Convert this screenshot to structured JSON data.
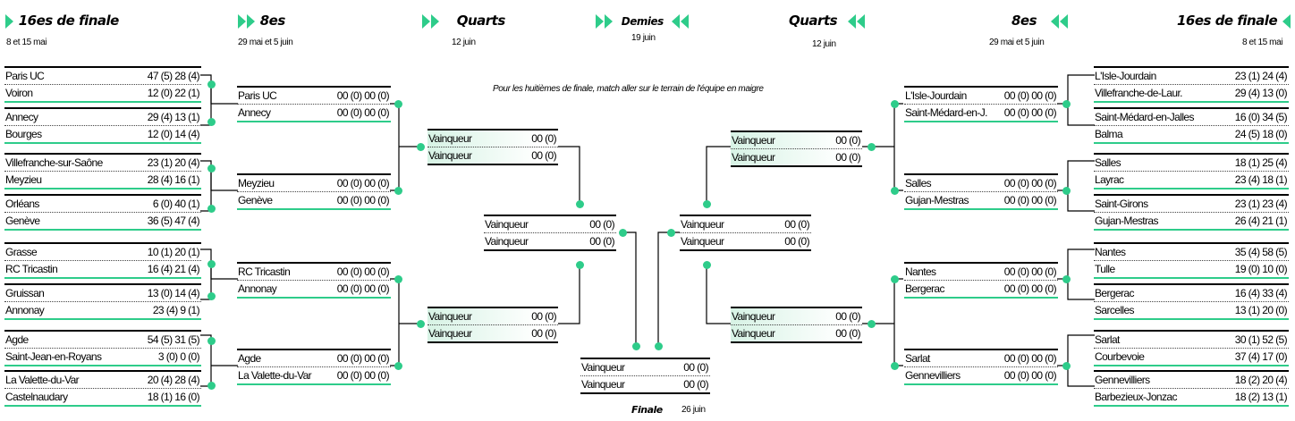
{
  "colors": {
    "accent": "#2ecc8a"
  },
  "headers": {
    "r16_left": "16<sup>es</sup> de finale",
    "r16_left_plain": "16es de finale",
    "r16_dates": "8 et 15 mai",
    "r8": "8es",
    "r8_dates": "29 mai et 5 juin",
    "quarts": "Quarts",
    "quarts_dates": "12 juin",
    "demies": "Demies",
    "demies_dates": "19 juin",
    "finale": "Finale",
    "finale_date": "26 juin"
  },
  "note": "Pour les huitièmes de finale, match aller sur le terrain de l'équipe en maigre",
  "r16_left": [
    {
      "a": "Paris UC",
      "as": "47 (5)  28 (4)",
      "b": "Voiron",
      "bs": "12 (0)  22 (1)"
    },
    {
      "a": "Annecy",
      "as": "29 (4)  13 (1)",
      "b": "Bourges",
      "bs": "12 (0)  14 (4)"
    },
    {
      "a": "Villefranche-sur-Saône",
      "as": "23 (1)  20 (4)",
      "b": "Meyzieu",
      "bs": "28 (4)  16 (1)"
    },
    {
      "a": "Orléans",
      "as": "6 (0)  40 (1)",
      "b": "Genève",
      "bs": "36 (5)  47 (4)"
    },
    {
      "a": "Grasse",
      "as": "10 (1)  20 (1)",
      "b": "RC Tricastin",
      "bs": "16 (4)  21 (4)"
    },
    {
      "a": "Gruissan",
      "as": "13 (0)  14 (4)",
      "b": "Annonay",
      "bs": "23 (4)    9 (1)"
    },
    {
      "a": "Agde",
      "as": "54 (5)  31 (5)",
      "b": "Saint-Jean-en-Royans",
      "bs": "3 (0)    0 (0)"
    },
    {
      "a": "La Valette-du-Var",
      "as": "20 (4)  28 (4)",
      "b": "Castelnaudary",
      "bs": "18 (1)  16 (0)"
    }
  ],
  "r8_left": [
    {
      "a": "Paris UC",
      "as": "00 (0)  00 (0)",
      "b": "Annecy",
      "bs": "00 (0)  00 (0)"
    },
    {
      "a": "Meyzieu",
      "as": "00 (0)  00 (0)",
      "b": "Genève",
      "bs": "00 (0)  00 (0)"
    },
    {
      "a": "RC Tricastin",
      "as": "00 (0)  00 (0)",
      "b": "Annonay",
      "bs": "00 (0)  00 (0)"
    },
    {
      "a": "Agde",
      "as": "00 (0)  00 (0)",
      "b": "La Valette-du-Var",
      "bs": "00 (0)  00 (0)"
    }
  ],
  "qf_left": [
    {
      "a": "Vainqueur",
      "as": "00 (0)",
      "b": "Vainqueur",
      "bs": "00 (0)"
    },
    {
      "a": "Vainqueur",
      "as": "00 (0)",
      "b": "Vainqueur",
      "bs": "00 (0)"
    }
  ],
  "sf_left": {
    "a": "Vainqueur",
    "as": "00 (0)",
    "b": "Vainqueur",
    "bs": "00 (0)"
  },
  "final": {
    "a": "Vainqueur",
    "as": "00 (0)",
    "b": "Vainqueur",
    "bs": "00 (0)"
  },
  "sf_right": {
    "a": "Vainqueur",
    "as": "00 (0)",
    "b": "Vainqueur",
    "bs": "00 (0)"
  },
  "qf_right": [
    {
      "a": "Vainqueur",
      "as": "00 (0)",
      "b": "Vainqueur",
      "bs": "00 (0)"
    },
    {
      "a": "Vainqueur",
      "as": "00 (0)",
      "b": "Vainqueur",
      "bs": "00 (0)"
    }
  ],
  "r8_right": [
    {
      "a": "L'Isle-Jourdain",
      "as": "00 (0)  00 (0)",
      "b": "Saint-Médard-en-J.",
      "bs": "00 (0)  00 (0)"
    },
    {
      "a": "Salles",
      "as": "00 (0)  00 (0)",
      "b": "Gujan-Mestras",
      "bs": "00 (0)  00 (0)"
    },
    {
      "a": "Nantes",
      "as": "00 (0)  00 (0)",
      "b": "Bergerac",
      "bs": "00 (0)  00 (0)"
    },
    {
      "a": "Sarlat",
      "as": "00 (0)  00 (0)",
      "b": "Gennevilliers",
      "bs": "00 (0)  00 (0)"
    }
  ],
  "r16_right": [
    {
      "a": "L'Isle-Jourdain",
      "as": "23 (1)  24 (4)",
      "b": "Villefranche-de-Laur.",
      "bs": "29 (4)  13 (0)"
    },
    {
      "a": "Saint-Médard-en-Jalles",
      "as": "16 (0)  34 (5)",
      "b": "Balma",
      "bs": "24 (5)  18 (0)"
    },
    {
      "a": "Salles",
      "as": "18 (1)  25 (4)",
      "b": "Layrac",
      "bs": "23 (4)  18 (1)"
    },
    {
      "a": "Saint-Girons",
      "as": "23 (1)  23 (4)",
      "b": "Gujan-Mestras",
      "bs": "26 (4)  21 (1)"
    },
    {
      "a": "Nantes",
      "as": "35 (4)  58 (5)",
      "b": "Tulle",
      "bs": "19 (0)  10 (0)"
    },
    {
      "a": "Bergerac",
      "as": "16 (4)  33 (4)",
      "b": "Sarcelles",
      "bs": "13 (1)  20 (0)"
    },
    {
      "a": "Sarlat",
      "as": "30 (1)  52 (5)",
      "b": "Courbevoie",
      "bs": "37 (4)  17 (0)"
    },
    {
      "a": "Gennevilliers",
      "as": "18 (2)  20 (4)",
      "b": "Barbezieux-Jonzac",
      "bs": "18 (2)  13 (1)"
    }
  ]
}
